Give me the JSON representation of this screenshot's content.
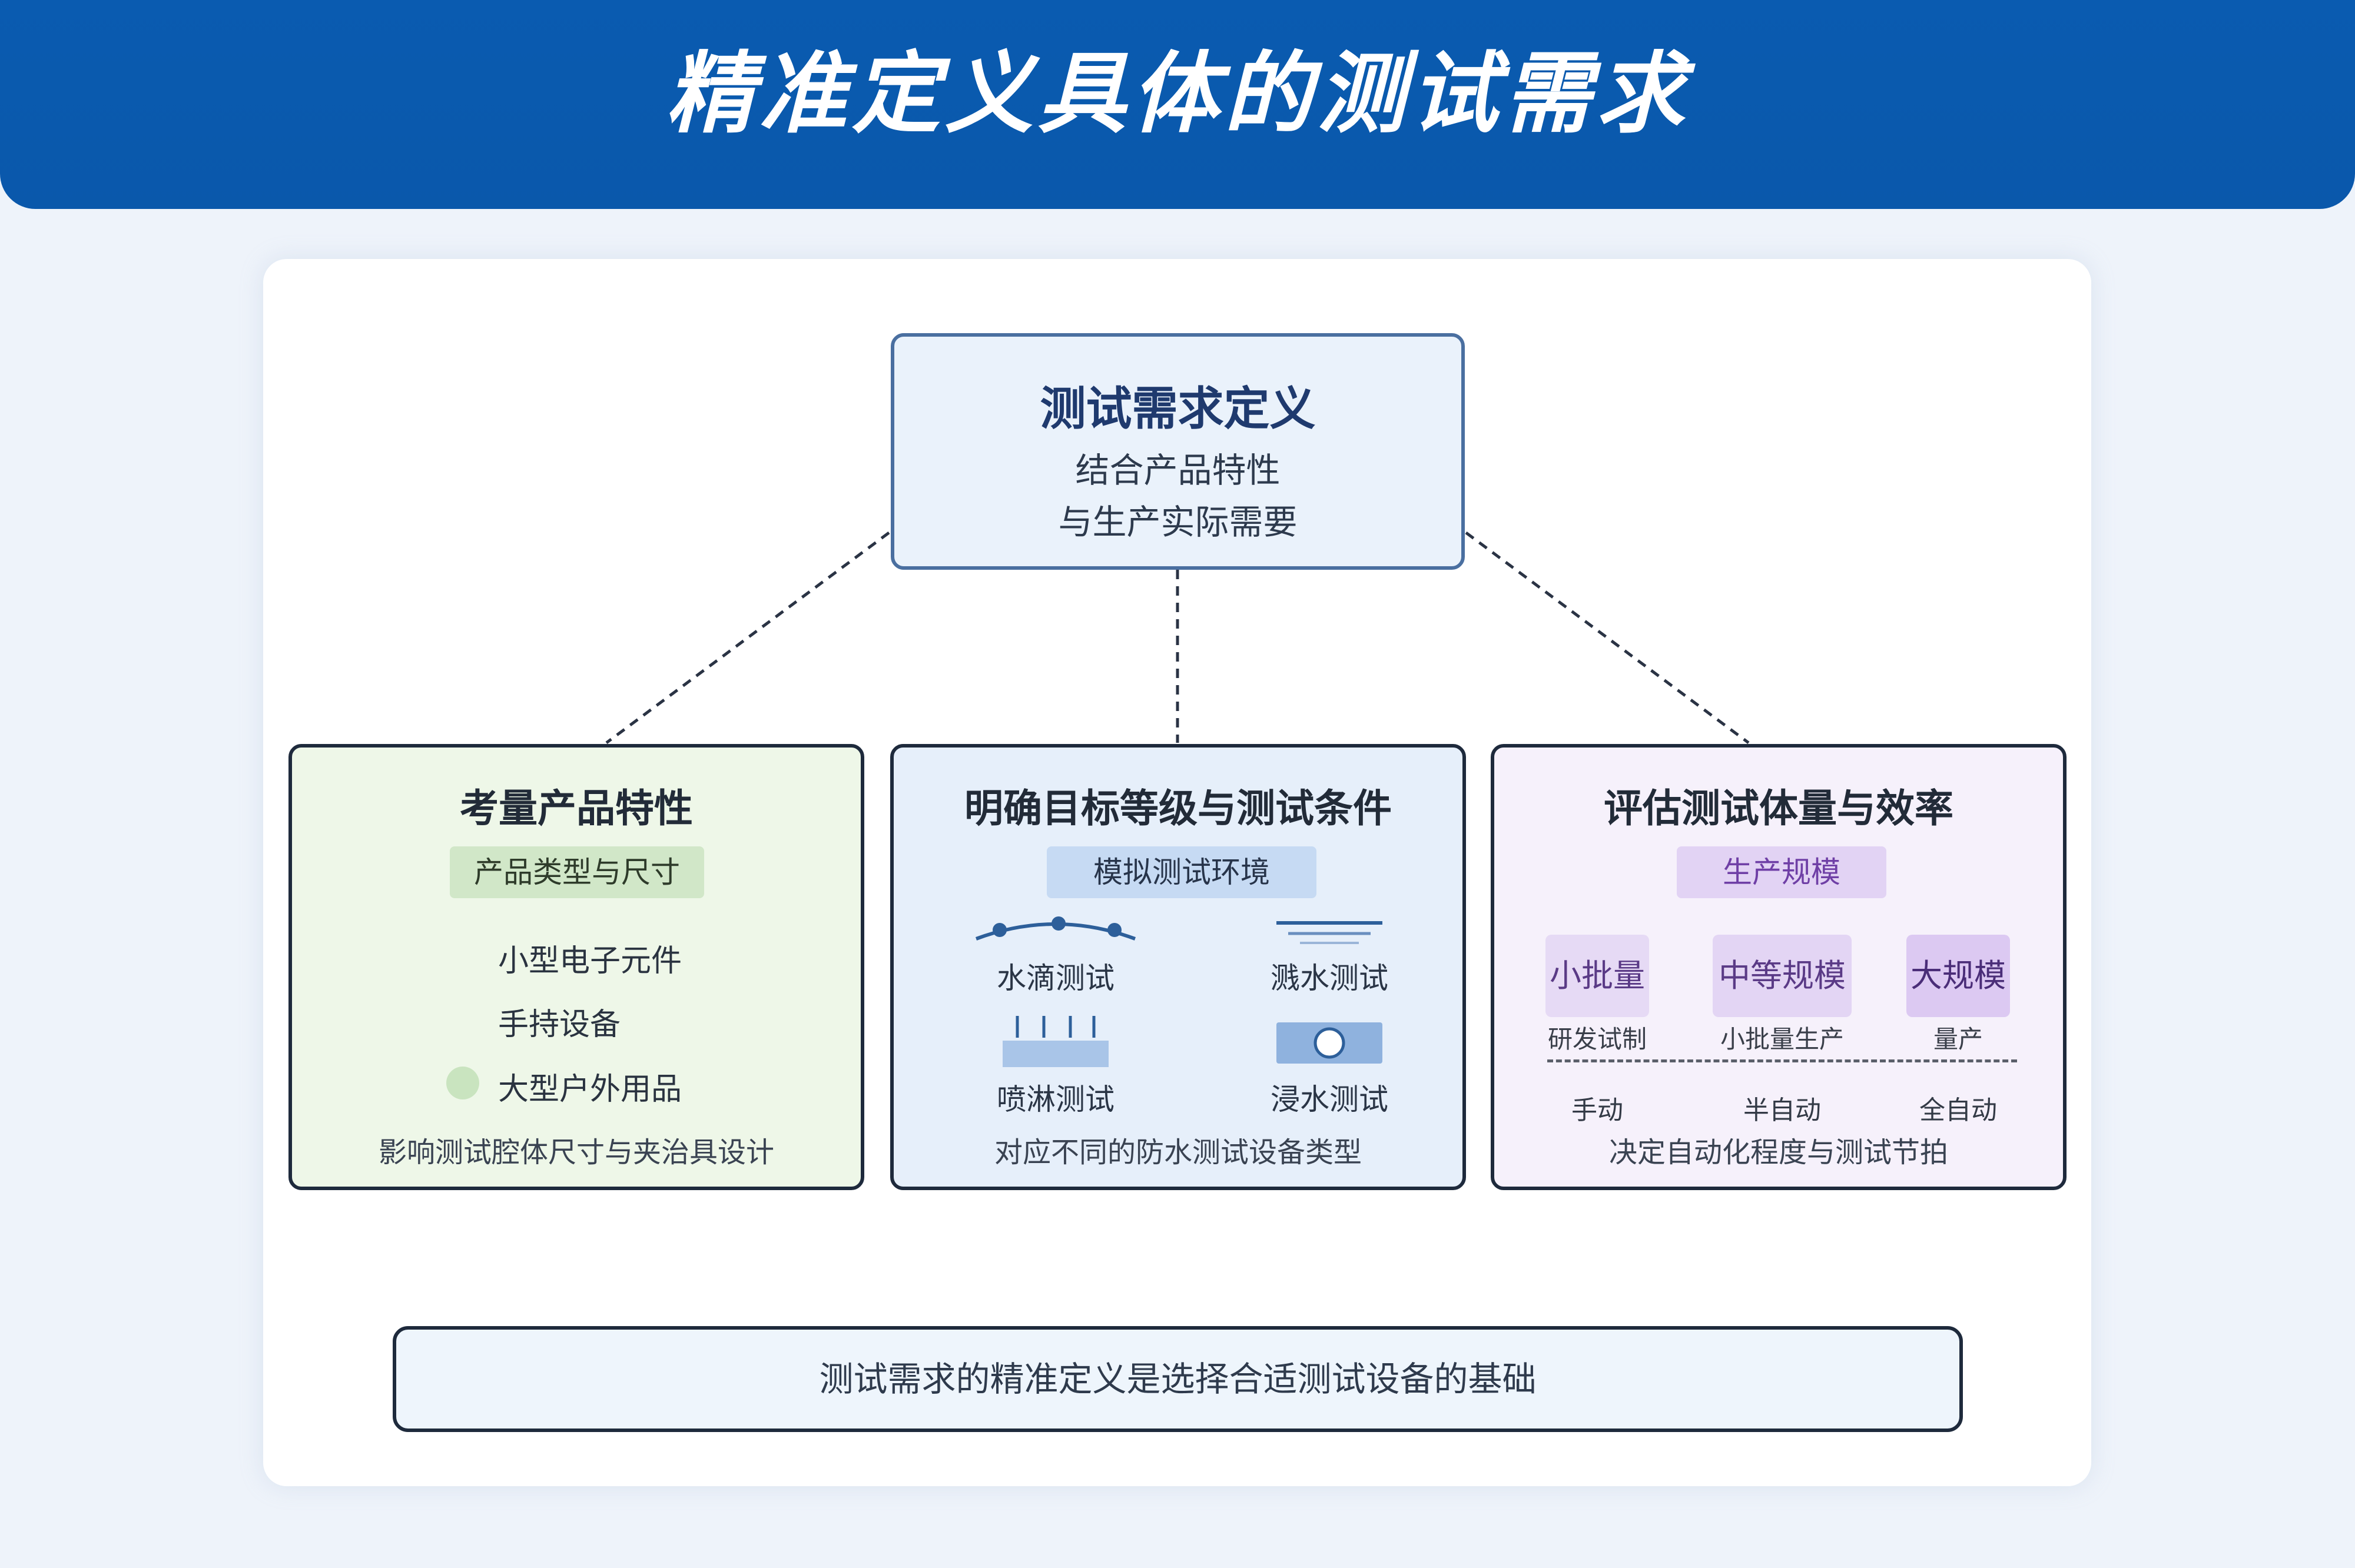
{
  "header": {
    "title": "精准定义具体的测试需求"
  },
  "root": {
    "title": "测试需求定义",
    "sub_lines": [
      "结合产品特性",
      "与生产实际需要"
    ]
  },
  "columns": {
    "product": {
      "title": "考量产品特性",
      "tag": "产品类型与尺寸",
      "items": [
        "小型电子元件",
        "手持设备",
        "大型户外用品"
      ],
      "footer": "影响测试腔体尺寸与夹治具设计"
    },
    "target": {
      "title": "明确目标等级与测试条件",
      "tag": "模拟测试环境",
      "tests": [
        "水滴测试",
        "溅水测试",
        "喷淋测试",
        "浸水测试"
      ],
      "footer": "对应不同的防水测试设备类型"
    },
    "volume": {
      "title": "评估测试体量与效率",
      "tag": "生产规模",
      "scales": [
        {
          "label": "小批量",
          "sub": "研发试制"
        },
        {
          "label": "中等规模",
          "sub": "小批量生产"
        },
        {
          "label": "大规模",
          "sub": "量产"
        }
      ],
      "automation": [
        "手动",
        "半自动",
        "全自动"
      ],
      "footer": "决定自动化程度与测试节拍"
    }
  },
  "conclusion": "测试需求的精准定义是选择合适测试设备的基础",
  "colors": {
    "banner": "#0a5bb0",
    "green_panel": "#eef7e8",
    "blue_panel": "#e6effa",
    "purple_panel": "#f6f1fb",
    "purple_accent": "#6f3fa6"
  }
}
